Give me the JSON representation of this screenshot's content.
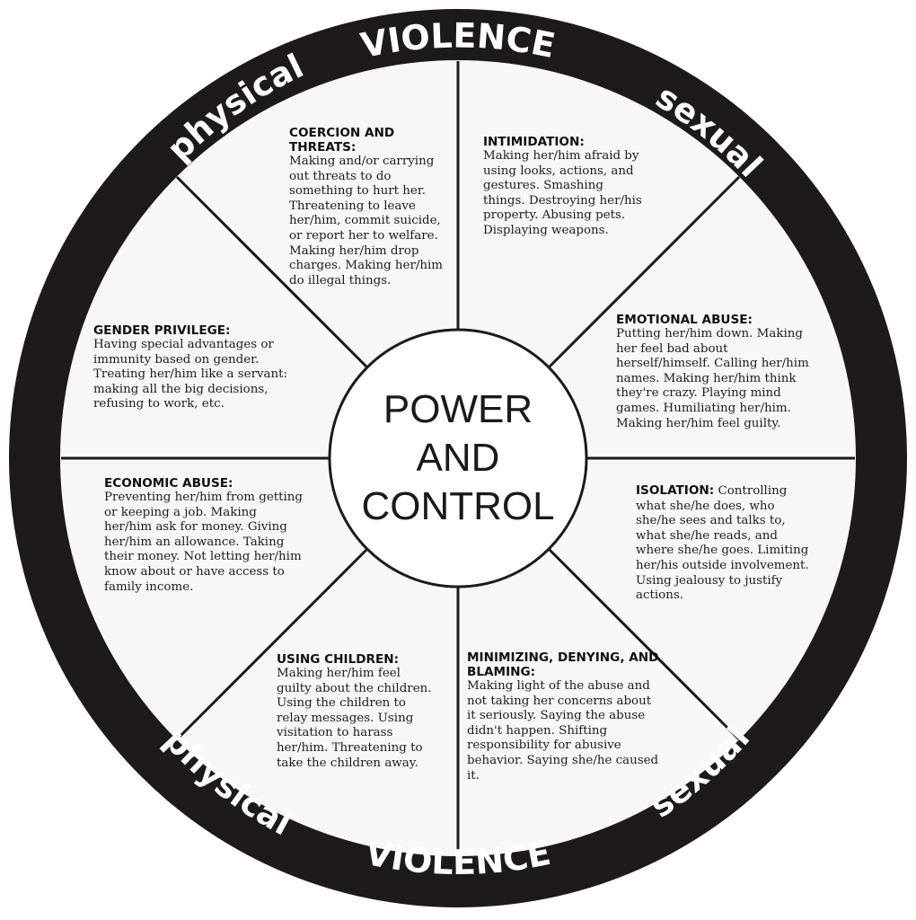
{
  "colors": {
    "rim": "#1e1a1a",
    "spoke": "#1e1a1a",
    "segment_fill": "#f7f7f7",
    "rim_text": "#ffffff",
    "body_text": "#1c1c1c"
  },
  "rim_labels": {
    "top": "VIOLENCE",
    "top_left": "physical",
    "top_right": "sexual",
    "bottom": "VIOLENCE",
    "bottom_left": "physical",
    "bottom_right": "sexual"
  },
  "center": {
    "line1": "POWER",
    "line2": "AND",
    "line3": "CONTROL"
  },
  "sections": {
    "coercion": {
      "heading": "COERCION AND THREATS:",
      "body": "Making and/or carrying out threats to do something to hurt her. Threatening to leave her/him, commit suicide, or report her to welfare. Making her/him drop charges. Making her/him do illegal things."
    },
    "intimidation": {
      "heading": "INTIMIDATION:",
      "body": "Making her/him afraid by using looks, actions, and gestures. Smashing things. Destroying her/his property. Abusing pets. Displaying weapons."
    },
    "emotional": {
      "heading": "EMOTIONAL ABUSE:",
      "body": "Putting her/him down. Making her feel bad about herself/himself. Calling her/him names. Making her/him think they're crazy. Playing mind games. Humiliating her/him. Making her/him feel guilty."
    },
    "isolation": {
      "heading": "ISOLATION:",
      "body": "Controlling what she/he does, who she/he sees and talks to, what she/he reads, and where she/he goes. Limiting her/his outside involvement. Using jealousy to justify actions."
    },
    "minimizing": {
      "heading": "MINIMIZING, DENYING, AND BLAMING:",
      "body": "Making light of the abuse and not taking her concerns about it seriously. Saying the abuse didn't happen. Shifting responsibility for abusive behavior. Saying she/he caused it."
    },
    "children": {
      "heading": "USING CHILDREN:",
      "body": "Making her/him feel guilty about the children. Using the children to relay messages. Using visitation to harass her/him. Threatening to take the children away."
    },
    "economic": {
      "heading": "ECONOMIC ABUSE:",
      "body": "Preventing her/him from getting or keeping a job. Making her/him ask for money. Giving her/him an allowance. Taking their money. Not letting her/him know about or have access to family income."
    },
    "gender": {
      "heading": "GENDER PRIVILEGE:",
      "body": "Having special advantages or immunity based on gender. Treating her/him like a servant: making all the big decisions, refusing to work, etc."
    }
  }
}
